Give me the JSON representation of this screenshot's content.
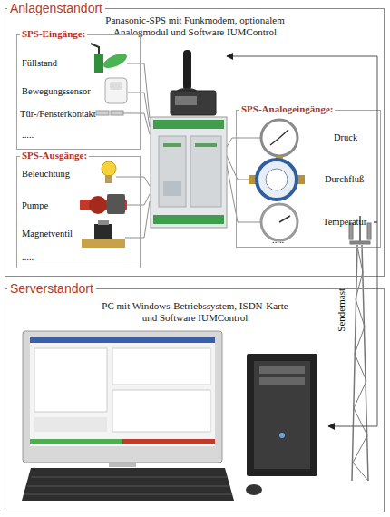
{
  "diagram": {
    "nodes": [
      {
        "text": [
          "Anlagenstandort"
        ]
      },
      {
        "text": [
          "Panasonic-SPS mit Funkmodem, optionalem Analogmodul und Software IUMControl"
        ],
        "in": 0
      },
      {
        "text": [
          "SPS-Eingänge:",
          "Füllstand",
          "Bewegungssensor",
          "Tür-/Fensterkontakt",
          "....."
        ],
        "in": 0
      },
      {
        "text": [
          "SPS-Ausgänge:",
          "Beleuchtung",
          "Pumpe",
          "Magnetventil",
          "....."
        ],
        "in": 0
      },
      {
        "text": [
          "SPS-Analogeingänge:",
          "Druck",
          "Durchfluß",
          "Temperatur",
          "....."
        ],
        "in": 0
      },
      {
        "text": [
          "Serverstandort"
        ]
      },
      {
        "text": [
          "PC mit Windows-Betriebssystem, ISDN-Karte und Software IUMControl"
        ],
        "in": 5
      },
      {
        "text": [
          "Sendemast"
        ]
      }
    ],
    "edges": [
      {
        "from": 2,
        "to": 1,
        "arrow": "none"
      },
      {
        "from": 3,
        "to": 1,
        "arrow": "none"
      },
      {
        "from": 4,
        "to": 1,
        "arrow": "none"
      },
      {
        "from": 7,
        "to": 1,
        "arrow": "to"
      },
      {
        "from": 7,
        "to": 6,
        "arrow": "to"
      }
    ]
  }
}
